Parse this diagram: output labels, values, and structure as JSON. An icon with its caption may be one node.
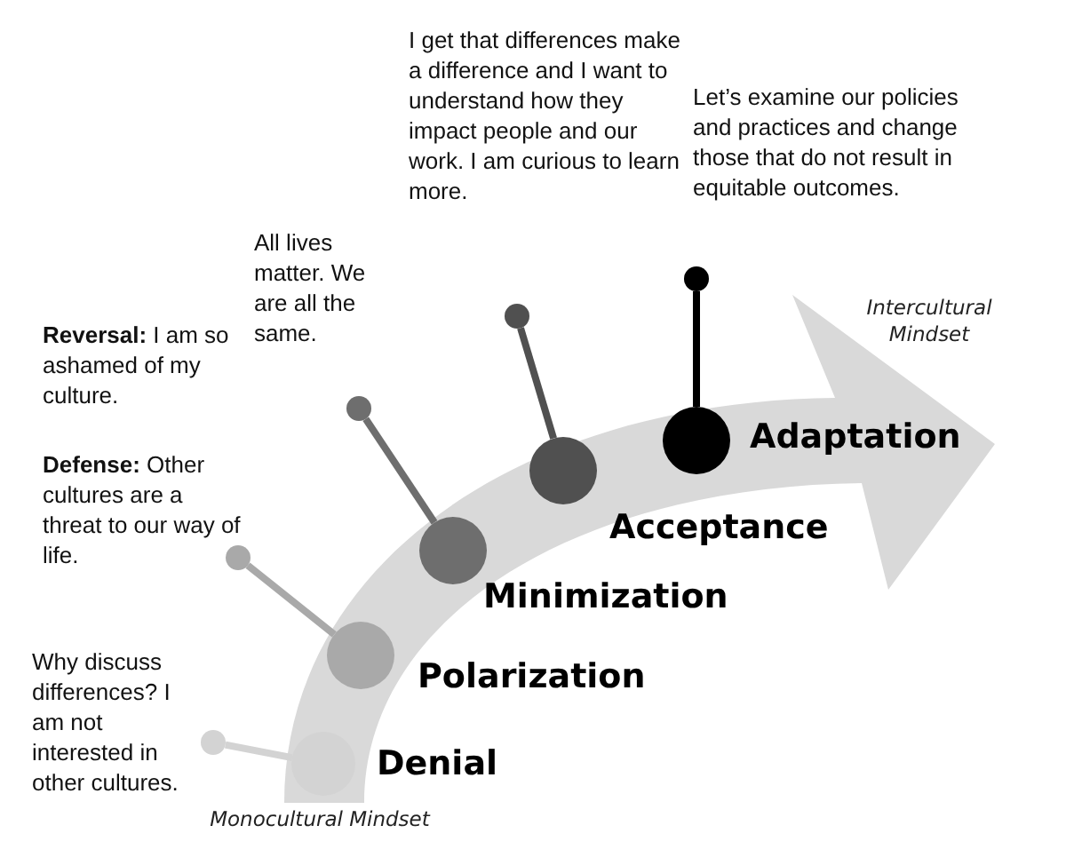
{
  "diagram": {
    "nodes": [
      {
        "text": [
          "Denial"
        ]
      },
      {
        "text": [],
        "shape": "circle"
      },
      {
        "text": [
          "Polarization"
        ]
      },
      {
        "text": [],
        "shape": "circle"
      },
      {
        "text": [
          "Minimization"
        ]
      },
      {
        "text": [],
        "shape": "circle"
      },
      {
        "text": [
          "Acceptance"
        ]
      },
      {
        "text": [],
        "shape": "circle"
      },
      {
        "text": [
          "Adaptation"
        ]
      },
      {
        "text": [],
        "shape": "circle"
      }
    ],
    "edges": [
      {
        "from": 0,
        "to": 1,
        "arrow": "none",
        "color": "#d3d3d3"
      },
      {
        "from": 2,
        "to": 3,
        "arrow": "none",
        "color": "#a9a9a9"
      },
      {
        "from": 4,
        "to": 5,
        "arrow": "none",
        "color": "#6e6e6e"
      },
      {
        "from": 6,
        "to": 7,
        "arrow": "none",
        "color": "#505050"
      },
      {
        "from": 8,
        "to": 9,
        "arrow": "none",
        "color": "#000000"
      }
    ],
    "labels": [
      "I get that differences make a difference and I want to understand how they impact people and our work. I am curious to learn more.",
      "Let’s examine our policies and practices and change those that do not result in equitable outcomes.",
      "All lives matter. We are all the same.",
      "Intercultural Mindset",
      "**Reversal:** I am so ashamed of my culture.",
      "**Defense:** Other cultures are a threat to our way of life.",
      "Why discuss differences? I am not interested in other cultures.",
      "Monocultural Mindset"
    ]
  }
}
